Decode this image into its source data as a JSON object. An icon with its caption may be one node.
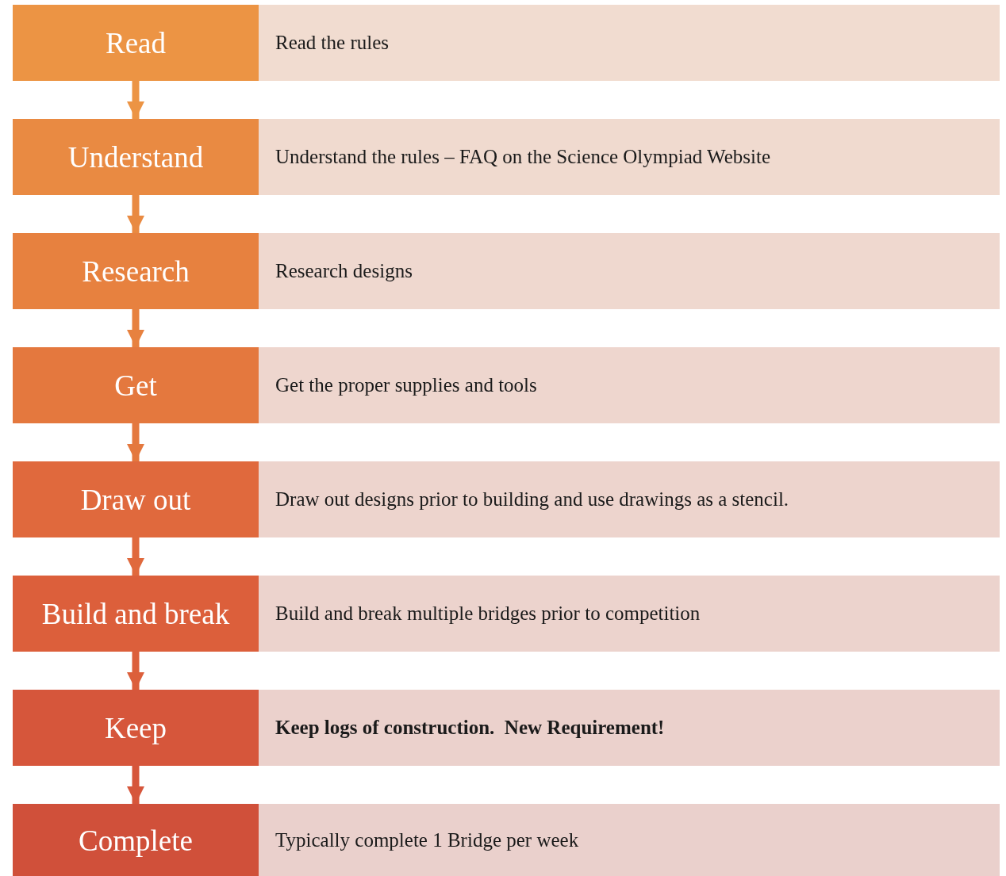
{
  "diagram": {
    "nodes": [
      {
        "text": [
          "Read"
        ]
      },
      {
        "text": [
          "Read the rules"
        ]
      },
      {
        "text": [
          "Understand"
        ]
      },
      {
        "text": [
          "Understand the rules – FAQ on the Science Olympiad Website"
        ]
      },
      {
        "text": [
          "Research"
        ]
      },
      {
        "text": [
          "Research designs"
        ]
      },
      {
        "text": [
          "Get"
        ]
      },
      {
        "text": [
          "Get the proper supplies and tools"
        ]
      },
      {
        "text": [
          "Draw out"
        ]
      },
      {
        "text": [
          "Draw out designs prior to building and use drawings as a stencil."
        ]
      },
      {
        "text": [
          "Build and break"
        ]
      },
      {
        "text": [
          "Build and break multiple bridges prior to competition"
        ]
      },
      {
        "text": [
          "Keep"
        ]
      },
      {
        "text": [
          "Keep logs of construction.  New Requirement!"
        ]
      },
      {
        "text": [
          "Complete"
        ]
      },
      {
        "text": [
          "Typically complete 1 Bridge per week"
        ]
      }
    ],
    "edges": [
      {
        "from": 0,
        "to": 2,
        "arrow": "to"
      },
      {
        "from": 2,
        "to": 4,
        "arrow": "to"
      },
      {
        "from": 4,
        "to": 6,
        "arrow": "to"
      },
      {
        "from": 6,
        "to": 8,
        "arrow": "to"
      },
      {
        "from": 8,
        "to": 10,
        "arrow": "to"
      },
      {
        "from": 10,
        "to": 12,
        "arrow": "to"
      },
      {
        "from": 12,
        "to": 14,
        "arrow": "to"
      }
    ]
  }
}
